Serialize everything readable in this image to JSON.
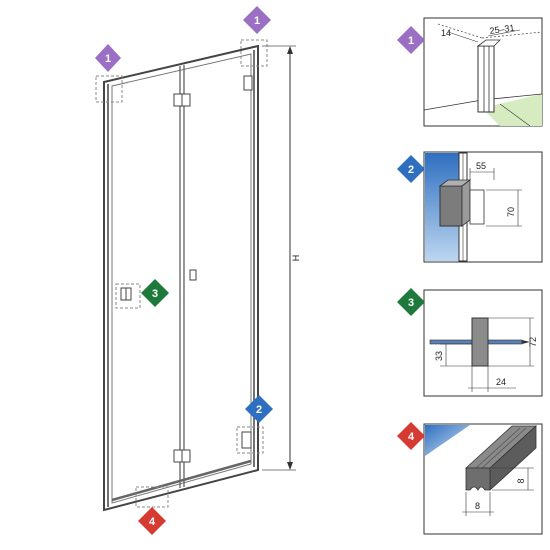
{
  "colors": {
    "purple": "#9b6fc4",
    "blue": "#2e6fbf",
    "green": "#1e7a3a",
    "red": "#d63b33",
    "frame": "#555555",
    "gasket": "#666666",
    "wall": "#6fa8dc",
    "floor": "#d6ecc0"
  },
  "main": {
    "height_label": "H",
    "badges": [
      {
        "label": "1",
        "color": "purple"
      },
      {
        "label": "1",
        "color": "purple"
      },
      {
        "label": "3",
        "color": "green"
      },
      {
        "label": "2",
        "color": "blue"
      },
      {
        "label": "4",
        "color": "red"
      }
    ]
  },
  "details": [
    {
      "badge": "1",
      "color": "purple",
      "dims": [
        "14",
        "25–31"
      ]
    },
    {
      "badge": "2",
      "color": "blue",
      "dims": [
        "55",
        "70"
      ]
    },
    {
      "badge": "3",
      "color": "green",
      "dims": [
        "33",
        "72",
        "24"
      ]
    },
    {
      "badge": "4",
      "color": "red",
      "dims": [
        "8",
        "8"
      ]
    }
  ]
}
